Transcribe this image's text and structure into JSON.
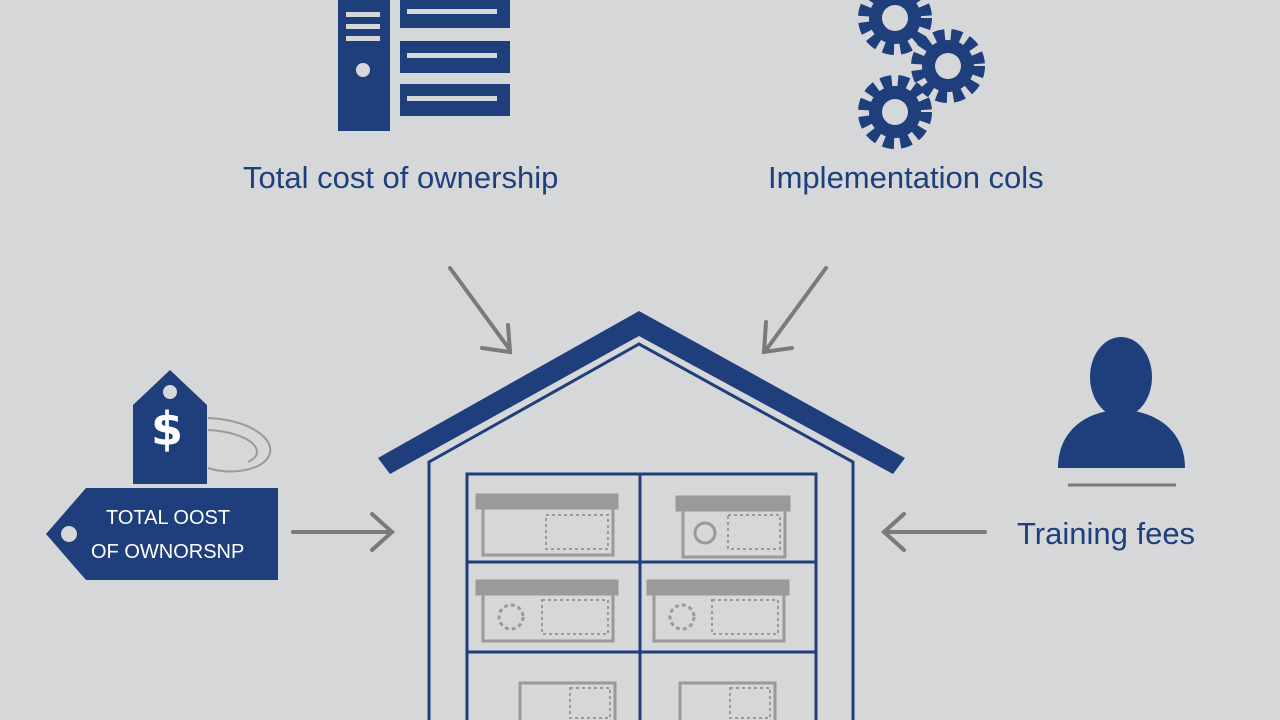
{
  "labels": {
    "total_cost_of_ownership": "Total cost of ownership",
    "implementation_costs": "Implementation cols",
    "training_fees": "Training fees"
  },
  "price_tag": {
    "symbol": "$",
    "line1": "TOTAL OOST",
    "line2": "OF OWNORSNP"
  },
  "icons": [
    "server-icon",
    "gears-icon",
    "price-tag-icon",
    "person-icon",
    "house-icon",
    "arrow-icon"
  ],
  "colors": {
    "background": "#d6d7d9",
    "primary_blue": "#1e3f7c",
    "arrow_gray": "#7a7a7a",
    "shelf_gray": "#9a9a9a"
  }
}
